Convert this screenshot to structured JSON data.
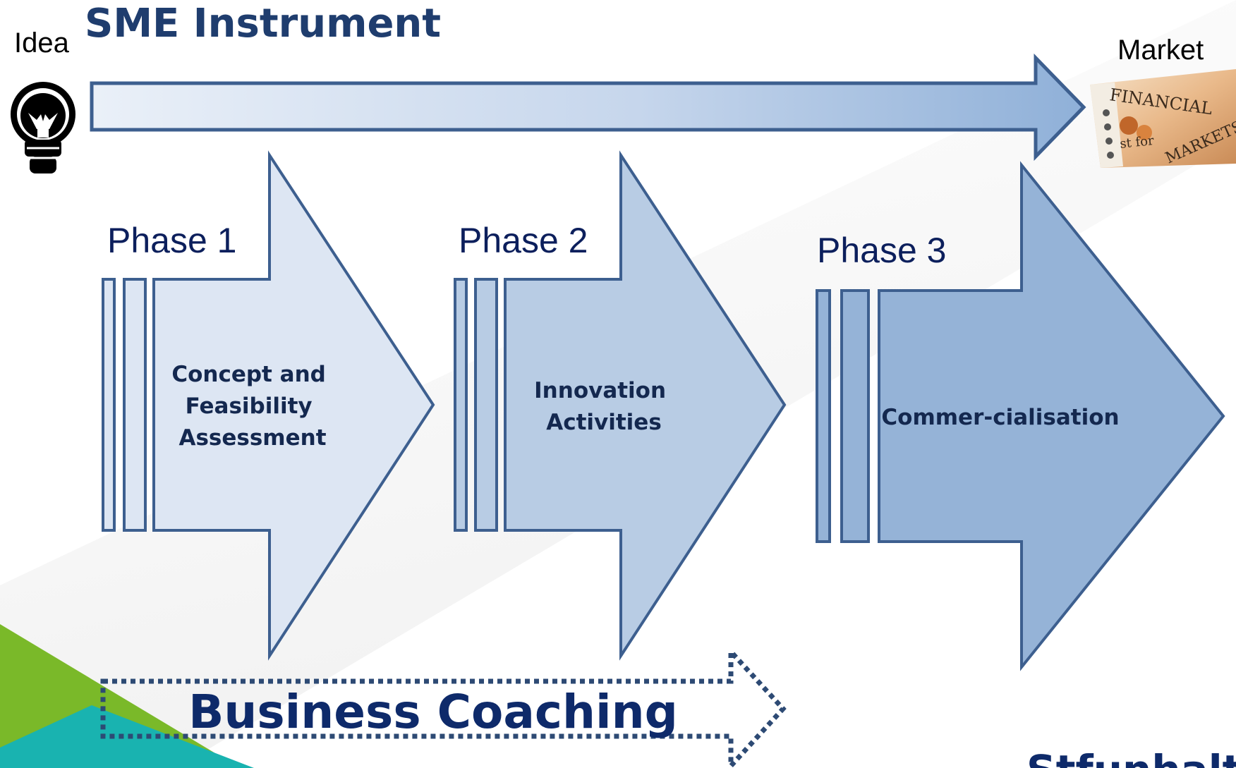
{
  "title": "SME Instrument",
  "idea_label": "Idea",
  "market_label": "Market",
  "market_image": {
    "text_financial": "FINANCIAL",
    "text_markets": "MARKETS",
    "text_for": "st for"
  },
  "phases": [
    {
      "label": "Phase 1",
      "lines": [
        "Concept and",
        "Feasibility",
        "Assessment"
      ],
      "fill": "#dde6f3"
    },
    {
      "label": "Phase 2",
      "lines": [
        "Innovation",
        "Activities"
      ],
      "fill": "#b8cce4"
    },
    {
      "label": "Phase 3",
      "lines": [
        "Commer-cialisation"
      ],
      "fill": "#95b3d7"
    }
  ],
  "coaching_label": "Business Coaching",
  "cropped_footer_text": "Stfunhalth",
  "colors": {
    "outline": "#3d5f8f",
    "dark_navy": "#0e2a6a",
    "green_corner": "#7ab929",
    "teal_corner": "#19b3b0"
  }
}
